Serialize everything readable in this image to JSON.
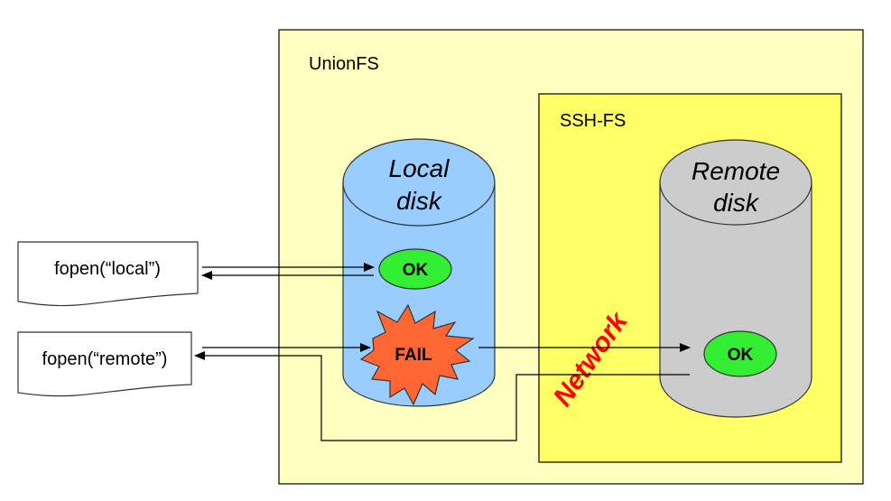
{
  "diagram": {
    "unionfs": {
      "label": "UnionFS",
      "color": "#ffffc0"
    },
    "sshfs": {
      "label": "SSH-FS",
      "color": "#ffff66"
    },
    "local_disk": {
      "line1": "Local",
      "line2": "disk",
      "color": "#99ccff"
    },
    "remote_disk": {
      "line1": "Remote",
      "line2": "disk",
      "color": "#cccccc"
    },
    "calls": [
      {
        "label": "fopen(“local”)"
      },
      {
        "label": "fopen(“remote”)"
      }
    ],
    "local_ok": {
      "label": "OK",
      "color": "#33ee33"
    },
    "local_fail": {
      "label": "FAIL",
      "color": "#ff6633"
    },
    "remote_ok": {
      "label": "OK",
      "color": "#33ee33"
    },
    "network": {
      "label": "Network",
      "color": "#ff0000"
    }
  }
}
